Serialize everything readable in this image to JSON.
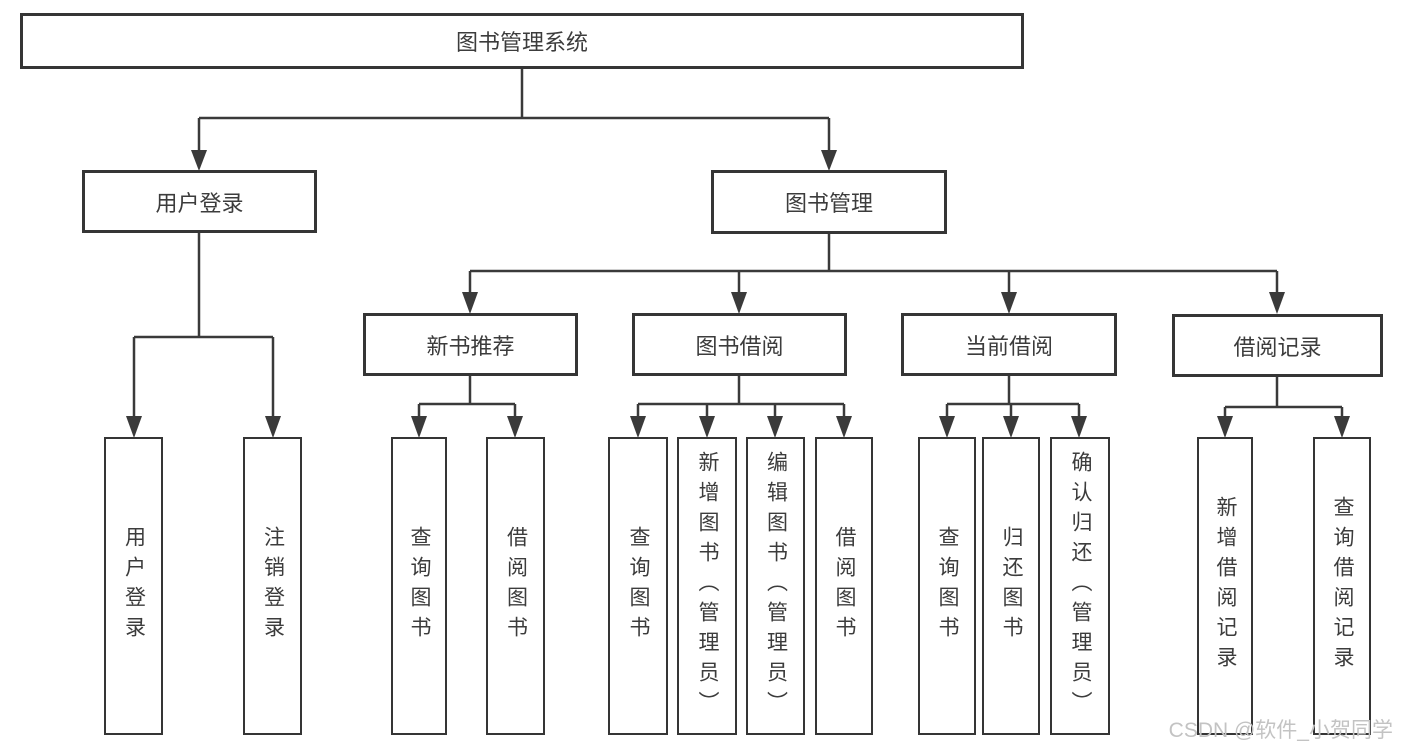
{
  "diagram_type": "hierarchy-tree",
  "colors": {
    "background": "#ffffff",
    "line": "#3a3a3a",
    "box_border": "#353535",
    "box_fill": "#ffffff",
    "text": "#3c3c3c",
    "watermark": "#c3c3c3"
  },
  "root": {
    "label": "图书管理系统"
  },
  "level2": [
    {
      "label": "用户登录",
      "parent": "图书管理系统"
    },
    {
      "label": "图书管理",
      "parent": "图书管理系统"
    }
  ],
  "level3": [
    {
      "label": "新书推荐",
      "parent": "图书管理"
    },
    {
      "label": "图书借阅",
      "parent": "图书管理"
    },
    {
      "label": "当前借阅",
      "parent": "图书管理"
    },
    {
      "label": "借阅记录",
      "parent": "图书管理"
    }
  ],
  "leaves": [
    {
      "label": "用户登录",
      "parent": "用户登录"
    },
    {
      "label": "注销登录",
      "parent": "用户登录"
    },
    {
      "label": "查询图书",
      "parent": "新书推荐"
    },
    {
      "label": "借阅图书",
      "parent": "新书推荐"
    },
    {
      "label": "查询图书",
      "parent": "图书借阅"
    },
    {
      "label": "新增图书（管理员）",
      "parent": "图书借阅"
    },
    {
      "label": "编辑图书（管理员）",
      "parent": "图书借阅"
    },
    {
      "label": "借阅图书",
      "parent": "图书借阅"
    },
    {
      "label": "查询图书",
      "parent": "当前借阅"
    },
    {
      "label": "归还图书",
      "parent": "当前借阅"
    },
    {
      "label": "确认归还（管理员）",
      "parent": "当前借阅"
    },
    {
      "label": "新增借阅记录",
      "parent": "借阅记录"
    },
    {
      "label": "查询借阅记录",
      "parent": "借阅记录"
    }
  ],
  "watermark": {
    "text": "CSDN @软件_小贺同学"
  }
}
